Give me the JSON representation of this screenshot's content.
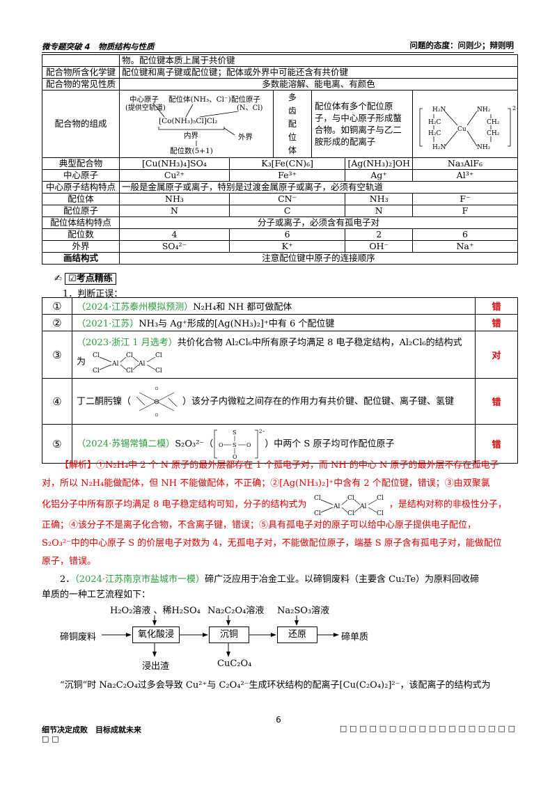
{
  "header": {
    "left": "微专题突破 4　物质结构与性质",
    "right": "问题的态度：问则少；辩则明"
  },
  "table1": {
    "top_text": "物。配位键本质上属于共价键",
    "row_bonds_label": "配合物所含化学键",
    "row_bonds_value": "配位键和离子键或配位键；配体或外界中可能还含有共价键",
    "row_props_label": "配合物的常见性质",
    "row_props_value": "多数能溶解、能电离、有颜色",
    "row_comp_label": "配合物的组成",
    "comp_diagram": {
      "center_atom": "中心原子",
      "center_note": "(提供空轨道)",
      "ligand": "配位体(NH₃、Cl⁻)",
      "coord_atom": "配位原子",
      "coord_note": "(N、Cl)",
      "formula": "[Co(NH₃)₅Cl]Cl₂",
      "inner": "内界",
      "outer": "外界",
      "number": "配位数(5+1)"
    },
    "multi_label": "多齿配位体",
    "multi_text": "配位体有多个配位原子，与中心原子形成螯合物。如铜离子与乙二胺形成的配离子",
    "chelate": {
      "nh2": "H₂N",
      "nh2r": "NH₂",
      "ch2": "H₂C",
      "ch2r": "CH₂",
      "cu": "Cu",
      "charge": "2+"
    },
    "columns_label": "典型配合物",
    "complexes": [
      "[Cu(NH₃)₄]SO₄",
      "K₃[Fe(CN)₆]",
      "[Ag(NH₃)₂]OH",
      "Na₃AlF₆"
    ],
    "rows": [
      {
        "label": "中心原子",
        "values": [
          "Cu²⁺",
          "Fe³⁺",
          "Ag⁺",
          "Al³⁺"
        ]
      },
      {
        "label": "配位体",
        "values": [
          "NH₃",
          "CN⁻",
          "NH₃",
          "F⁻"
        ]
      },
      {
        "label": "配位原子",
        "values": [
          "N",
          "C",
          "N",
          "F"
        ]
      }
    ],
    "center_feature_label": "中心原子结构特点",
    "center_feature_value": "一般是金属原子或离子，特别是过渡金属原子或离子，必须有空轨道",
    "ligand_feature_label": "配位体结构特点",
    "ligand_feature_value": "分子或离子，必须含有孤电子对",
    "coord_num_label": "配位数",
    "coord_nums": [
      "4",
      "6",
      "2",
      "6"
    ],
    "outer_label": "外界",
    "outers": [
      "SO₄²⁻",
      "K⁺",
      "OH⁻",
      "Na⁺"
    ],
    "draw_label": "画结构式",
    "draw_value": "注意配位键中原子的连接顺序"
  },
  "section": {
    "title": "考点精练"
  },
  "q1": {
    "stem": "1．判断正误：",
    "items": [
      {
        "num": "①",
        "src": "（2024·江苏泰州模拟预测）",
        "text": "N₂H₄和 NH 都可做配体",
        "ans": "错"
      },
      {
        "num": "②",
        "src": "（2021·江苏）",
        "text": "NH₃与 Ag⁺形成的[Ag(NH₃)₂]⁺中有 6 个配位键",
        "ans": "错"
      },
      {
        "num": "③",
        "src": "（2023·浙江 1 月选考）",
        "text": "共价化合物 Al₂Cl₆中所有原子均满足 8 电子稳定结构，Al₂Cl₆的结构式为",
        "ans": "对"
      },
      {
        "num": "④",
        "src": "",
        "text_pre": "丁二酮肟镍（",
        "text": "）该分子内微粒之间存在的作用力有共价键、配位键、离子键、氢键",
        "ans": "错"
      },
      {
        "num": "⑤",
        "src": "（2024·苏锡常镇二模）",
        "text_pre": "S₂O₃²⁻（",
        "text": "）中两个 S 原子均可作配位原子",
        "ans": "错"
      }
    ]
  },
  "explain": {
    "l1": "【解析】①N₂H₄中 2 个 N 原子的最外层都存在 1 个孤电子对，而 NH 的中心 N 原子的最外层不存在孤电子",
    "l2": "对，所以 N₂H₄能做配体，但 NH 不能做配体，不正确；②[Ag(NH₃)₂]⁺中含有 2 个配位键，错误；③由双聚氯",
    "l3a": "化铝分子中所有原子均满足 8 电子稳定结构可知，分子的结构式为",
    "l3b": "，是结构对称的非极性分子，",
    "l4": "正确；④该分子不是离子化合物，不含离子键，错误；⑤具有孤电子对的原子可以给中心原子提供电子配位，",
    "l5": "S₂O₃²⁻中的中心原子 S 的价层电子对数为 4，无孤电子对，不能做配位原子，端基 S 原子含有孤电子对，能做配位",
    "l6": "原子，错误。"
  },
  "q2": {
    "l1a": "2．",
    "src": "（2024·江苏南京市盐城市一模）",
    "l1b": "碲广泛应用于冶金工业。以碲铜废料（主要含 Cu₂Te）为原料回收碲",
    "l2": "单质的一种工艺流程如下：",
    "flow": {
      "in": "碲铜废料",
      "step1": "氧化酸浸",
      "step2": "沉铜",
      "step3": "还原",
      "out": "碲单质",
      "r1": "H₂O₂溶液 、稀H₂SO₄",
      "r2": "Na₂C₂O₄溶液",
      "r3": "Na₂SO₃溶液",
      "p1": "浸出渣",
      "p2": "CuC₂O₄"
    },
    "last": "“沉铜”时 Na₂C₂O₄过多会导致 Cu²⁺与 C₂O₄²⁻生成环状结构的配离子[Cu(C₂O₄)₂]²⁻，该配离子的结构式为"
  },
  "al2cl6": {
    "cl": "Cl",
    "al": "Al"
  },
  "s2o3": {
    "s": "S",
    "o": "O",
    "charge": "2−"
  },
  "page_number": "6",
  "footer": {
    "left": "细节决定成败　目标成就未来",
    "left2": "□ □",
    "right": "□ □ □ □ □ □ □ □ □ □ □ □ □ □ □ □ □ □"
  }
}
